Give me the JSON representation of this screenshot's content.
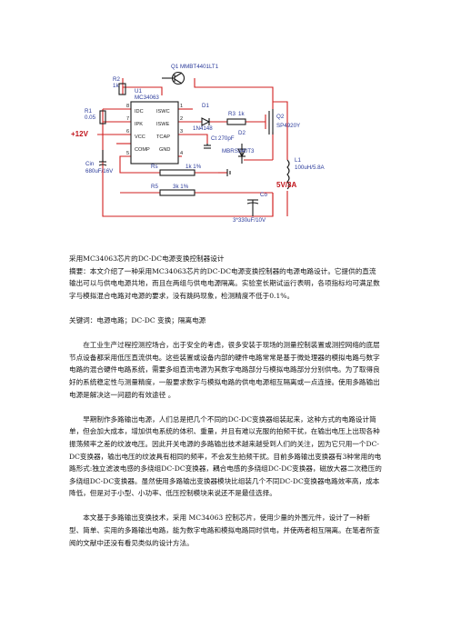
{
  "schematic": {
    "colors": {
      "wire": "#d21f1f",
      "part": "#1a1a1a",
      "label_blue": "#2a3a9a",
      "label_red": "#c0131a"
    },
    "labels": {
      "q1": "Q1  MMBT4401LT1",
      "r2": "R2",
      "r2_val": "1k",
      "u1": "U1",
      "u1_part": "MC34063",
      "r1": "R1",
      "r1_val": "0.05",
      "vin": "+12V",
      "cin": "Cin",
      "cin_val": "680uF/16V",
      "d1": "D1",
      "d1_part": "1N4148",
      "r3": "R3",
      "r3_val": "1k",
      "ct": "Ct",
      "ct_val": "270pF",
      "d2": "D2",
      "d2_part": "MBRS340T3",
      "q2": "Q2",
      "q2_part": "SP4920Y",
      "l1": "L1",
      "l1_val": "100uH/5.8A",
      "vout": "5V/3A",
      "rs": "Rs",
      "rs_val": "1k 1%",
      "r5": "R5",
      "r5_val": "3k 1%",
      "co": "Co",
      "co_val": "3*330uF/10V",
      "pin_ids": "IDC",
      "pin_iswc": "ISWC",
      "pin_ipk": "IPK",
      "pin_iswe": "ISWE",
      "pin_vcc": "VCC",
      "pin_tcap": "TCAP",
      "pin_comp": "COMP",
      "pin_gnd": "GND",
      "pin_1": "1",
      "pin_2": "2",
      "pin_3": "3",
      "pin_4": "4",
      "pin_5": "5",
      "pin_6": "6",
      "pin_7": "7",
      "pin_8": "8"
    }
  },
  "article": {
    "title": "采用MC34063芯片的DC-DC电源变换控制器设计",
    "abstract": "摘要：本文介绍了一种采用MC34063芯片的DC-DC电源变换控制器的电源电路设计。它提供的直流输出可以与供电电源共地，而且在两组与供电电源隔离。实验室长期试运行表明，各项指标均可满足数字与模拟混合电路对电源的要求，没有跳码现象，检测精度不低于0.1%。",
    "keywords": "关键词：电源电路；DC-DC 变换；隔离电源",
    "p1": "在工业生产过程控测控场合，出于安全的考虑，很多安装于现场的测量控制装置或测控网络的底层节点设备都采用低压直流供电。这些装置或设备内部的硬件电路常常是基于微处理器的模拟电路与数字电路的混合硬件电路系统，需要多组直流电源为其数字电路部分与模拟电路部分分别供电。为了取得良好的系统稳定性与测量精度，一般要求数字与模拟电路的供电电源相互隔离或一点连接。使用多路输出电源是解决这一问题的有效途径 。",
    "p2": "早期制作多路输出电源，人们总是把几个不同的DC-DC变换器组装起来，这种方式的电路设计简单，但会加大成本，增加供电系统的体积、重量，并且有难以克服的拍频干扰，在输出电压上出现各种振荡频率之差的纹波电压。因此开关电源的多路输出技术越来越受到人们的关注，因为它只用一个DC-DC变换器，输出电压的纹波具有相同的频率，不会发生拍频干扰。目前多路输出变换器有3种常用的电路形式:独立滤波电感的多绕组DC-DC变换器，耦合电感的多绕组DC-DC变换器，磁放大器二次稳压的多绕组DC-DC变换器。虽然使用多路输出变换器模块比组装几个不同DC-DC变换器电路效率高，成本降低，但是对于小型、小功率、低压控制模块来说还不是最佳选择。",
    "p3": "本文基于多路输出变换技术，采用 MC34063 控制芯片，使用少量的外围元件，设计了一种新型、简单、实用的多路输出电路，能为数字电路和模拟电路同时供电，并使两者相互隔离。在笔者所查阅的文献中还没有看见类似的设计方法。"
  }
}
